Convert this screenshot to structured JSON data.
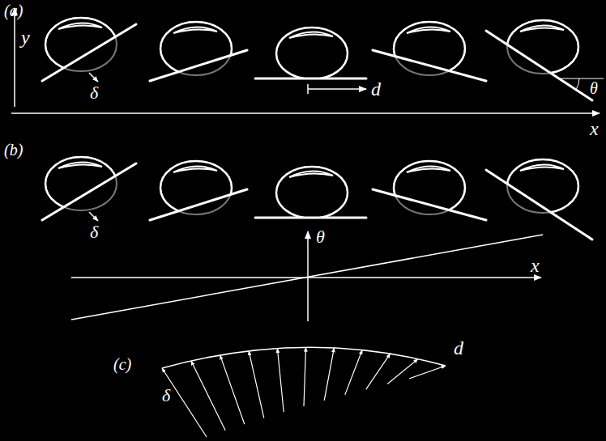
{
  "diagram": {
    "labels": [
      "(a)",
      "y",
      "δ",
      "d",
      "θ",
      "x",
      "(b)",
      "δ",
      "θ",
      "x",
      "(c)",
      "d",
      "δ"
    ]
  }
}
